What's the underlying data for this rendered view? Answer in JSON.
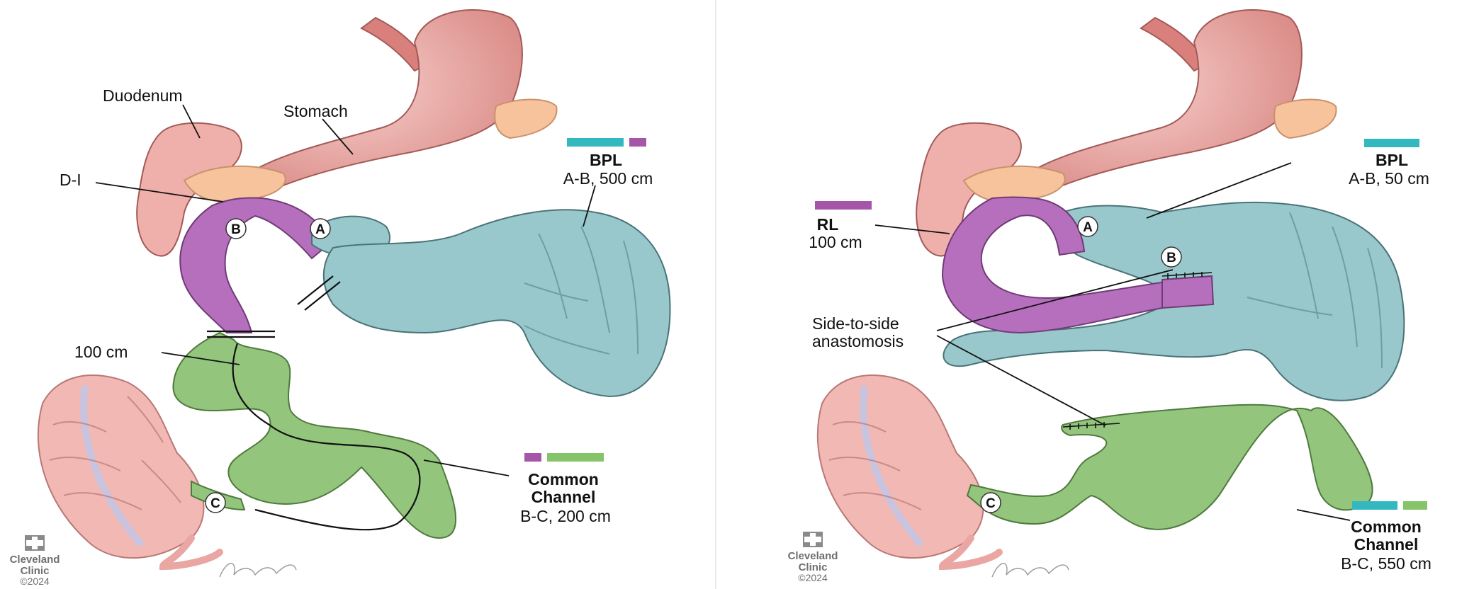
{
  "colors": {
    "stomach": "#eba9a6",
    "colon": "#f1b8b4",
    "pancreas": "#f6c39c",
    "bpl": "#98c8cc",
    "roux": "#b66fbd",
    "common": "#93c57d",
    "legend_teal": "#34b8c0",
    "legend_purple": "#a656a8",
    "legend_green": "#86c46a",
    "logo_gray": "#8a8a8a"
  },
  "left_panel": {
    "duodenum": "Duodenum",
    "stomach": "Stomach",
    "di": "D-I",
    "point_a": "A",
    "point_b": "B",
    "point_c": "C",
    "bpl_title": "BPL",
    "bpl_detail": "A-B, 500 cm",
    "measure": "100 cm",
    "common_title_1": "Common",
    "common_title_2": "Channel",
    "common_detail": "B-C, 200 cm"
  },
  "right_panel": {
    "point_a": "A",
    "point_b": "B",
    "point_c": "C",
    "bpl_title": "BPL",
    "bpl_detail": "A-B, 50 cm",
    "rl_title": "RL",
    "rl_detail": "100 cm",
    "anastomosis_1": "Side-to-side",
    "anastomosis_2": "anastomosis",
    "common_title_1": "Common",
    "common_title_2": "Channel",
    "common_detail": "B-C, 550 cm"
  },
  "branding": {
    "logo_line1": "Cleveland",
    "logo_line2": "Clinic",
    "copyright": "©2024"
  },
  "icons": {
    "logo": "cleveland-clinic-cross-icon",
    "signature": "artist-signature-icon"
  }
}
